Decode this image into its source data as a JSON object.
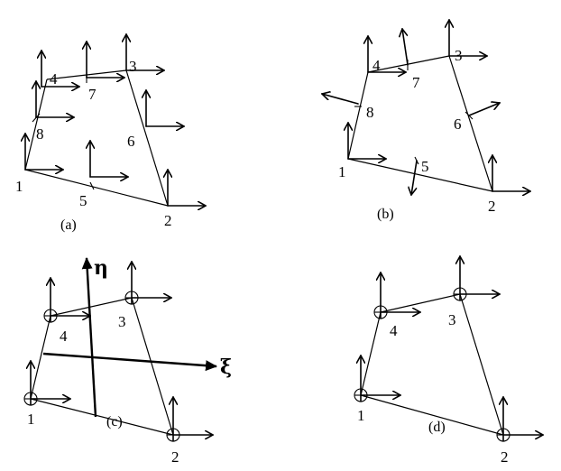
{
  "panels": [
    {
      "id": "a",
      "caption": "(a)",
      "node_labels": [
        "1",
        "2",
        "3",
        "4",
        "5",
        "6",
        "7",
        "8"
      ]
    },
    {
      "id": "b",
      "caption": "(b)",
      "node_labels": [
        "1",
        "2",
        "3",
        "4",
        "5",
        "6",
        "7",
        "8"
      ]
    },
    {
      "id": "c",
      "caption": "(c)",
      "node_labels": [
        "1",
        "2",
        "3",
        "4"
      ],
      "axis_labels": {
        "eta": "η",
        "xi": "ξ"
      }
    },
    {
      "id": "d",
      "caption": "(d)",
      "node_labels": [
        "1",
        "2",
        "3",
        "4"
      ]
    }
  ]
}
